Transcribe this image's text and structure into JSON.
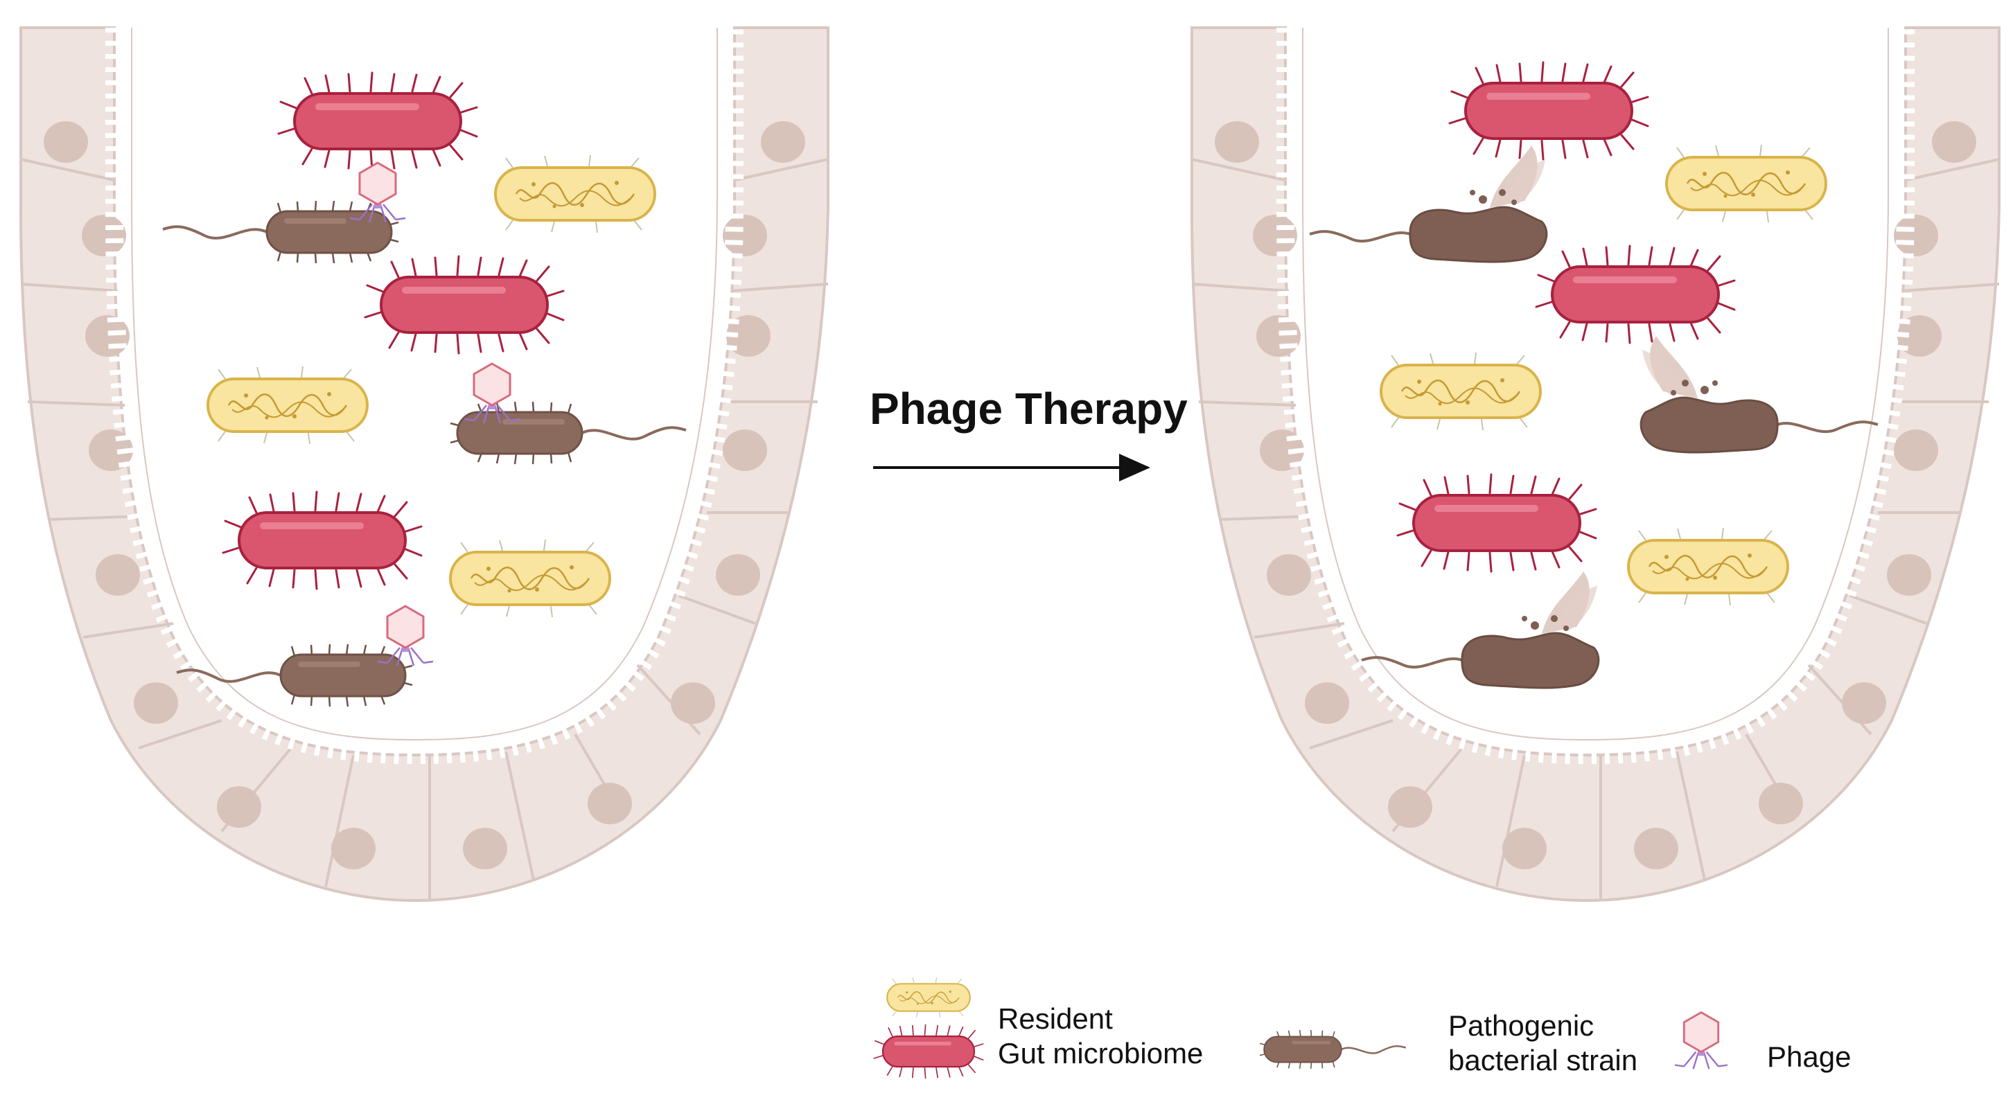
{
  "title": "Phage Therapy",
  "legend": {
    "resident_line1": "Resident",
    "resident_line2": "Gut microbiome",
    "pathogen_line1": "Pathogenic",
    "pathogen_line2": "bacterial strain",
    "phage": "Phage"
  },
  "colors": {
    "tissue": "#efe3df",
    "tissue_stroke": "#d9c7c1",
    "nucleus": "#d8c3bb",
    "commensal_fill": "#d9566e",
    "commensal_stroke": "#a8213e",
    "resident_fill": "#f9e4a0",
    "resident_stroke": "#d9b44a",
    "pathogen_fill": "#8a6a5c",
    "pathogen_lysed": "#7f5f53",
    "phage_fill": "#fbe3e5",
    "phage_stroke": "#d96a7c",
    "text": "#111111"
  },
  "icons": {
    "commensal": "rod-bacterium-pili",
    "resident": "capsule-bacterium",
    "pathogen": "flagellated-bacterium",
    "phage": "hexagon-phage",
    "arrow": "right-arrow"
  }
}
